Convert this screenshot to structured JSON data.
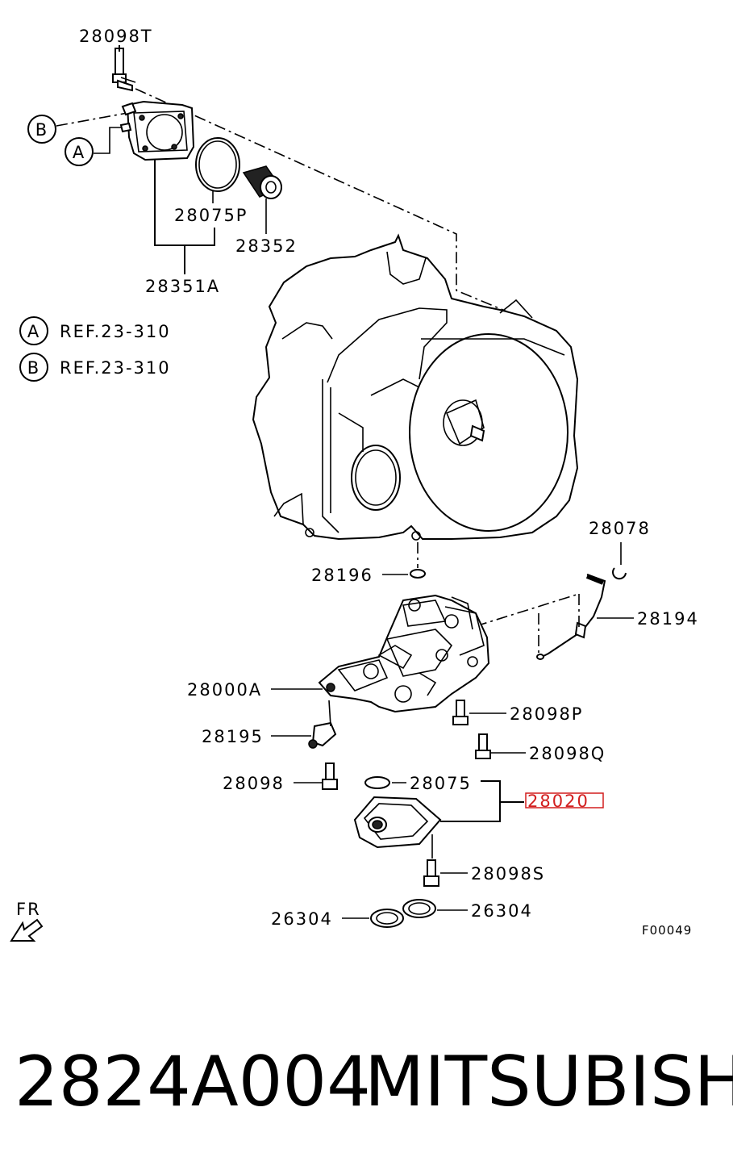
{
  "labels": {
    "p28098T": "28098T",
    "p28075P": "28075P",
    "p28352": "28352",
    "p28351A": "28351A",
    "p28078": "28078",
    "p28196": "28196",
    "p28194": "28194",
    "p28000A": "28000A",
    "p28098P": "28098P",
    "p28195": "28195",
    "p28098Q": "28098Q",
    "p28098": "28098",
    "p28075": "28075",
    "p28020": "28020",
    "p28098S": "28098S",
    "p26304_left": "26304",
    "p26304_right": "26304"
  },
  "refs": {
    "a_letter": "A",
    "b_letter": "B",
    "a_text": "REF.23-310",
    "b_text": "REF.23-310"
  },
  "callouts": {
    "a": "A",
    "b": "B"
  },
  "direction": "FR",
  "figure_code": "F00049",
  "footer": {
    "part_number": "2824A004",
    "brand": "MITSUBISHI"
  },
  "colors": {
    "highlight": "#d21e1e",
    "ink": "#000000",
    "background": "#ffffff"
  },
  "highlighted_part": "28020"
}
